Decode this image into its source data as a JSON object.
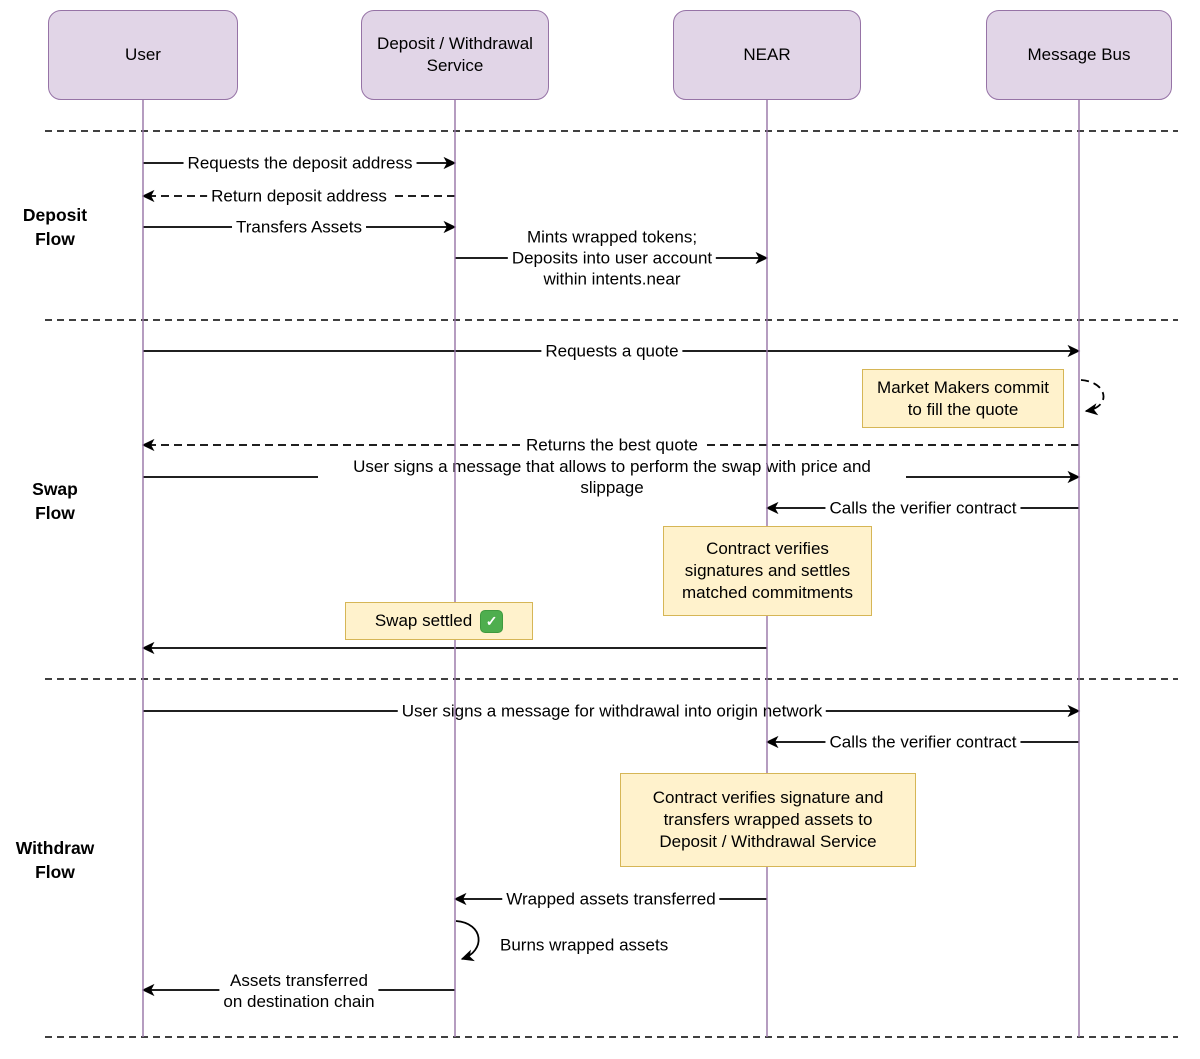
{
  "diagram_type": "sequence-diagram",
  "colors": {
    "actor_fill": "#E1D5E7",
    "actor_border": "#9673A6",
    "lifeline": "#9673A6",
    "note_fill": "#FFF2CC",
    "note_border": "#D6B656",
    "arrow": "#000000",
    "check_badge": "#4EAE4E",
    "background": "#FFFFFF"
  },
  "actors": [
    {
      "id": "user",
      "label": "User"
    },
    {
      "id": "deposit-withdrawal-service",
      "label": "Deposit / Withdrawal\nService"
    },
    {
      "id": "near",
      "label": "NEAR"
    },
    {
      "id": "message-bus",
      "label": "Message Bus"
    }
  ],
  "sections": [
    {
      "id": "deposit-flow",
      "label": "Deposit\nFlow"
    },
    {
      "id": "swap-flow",
      "label": "Swap\nFlow"
    },
    {
      "id": "withdraw-flow",
      "label": "Withdraw\nFlow"
    }
  ],
  "messages": {
    "requests_deposit_address": "Requests the deposit address",
    "return_deposit_address": "Return deposit address",
    "transfers_assets": "Transfers Assets",
    "mints_wrapped_tokens": "Mints wrapped tokens;\nDeposits into user account\nwithin intents.near",
    "requests_a_quote": "Requests a quote",
    "returns_best_quote": "Returns the best quote",
    "user_signs_swap": "User signs a message that allows to perform the swap with price and slippage",
    "calls_verifier_swap": "Calls the verifier contract",
    "user_signs_withdrawal": "User signs a message for withdrawal into origin network",
    "calls_verifier_withdraw": "Calls the verifier contract",
    "wrapped_assets_transferred": "Wrapped assets transferred",
    "burns_wrapped_assets": "Burns wrapped assets",
    "assets_transferred": "Assets transferred\non destination chain"
  },
  "notes": {
    "market_makers": "Market Makers commit\nto fill the quote",
    "contract_verifies_swap": "Contract verifies\nsignatures and settles\nmatched commitments",
    "swap_settled": "Swap settled",
    "swap_settled_check": "✓",
    "contract_verifies_withdraw": "Contract verifies signature and\ntransfers wrapped assets to\nDeposit / Withdrawal Service"
  }
}
